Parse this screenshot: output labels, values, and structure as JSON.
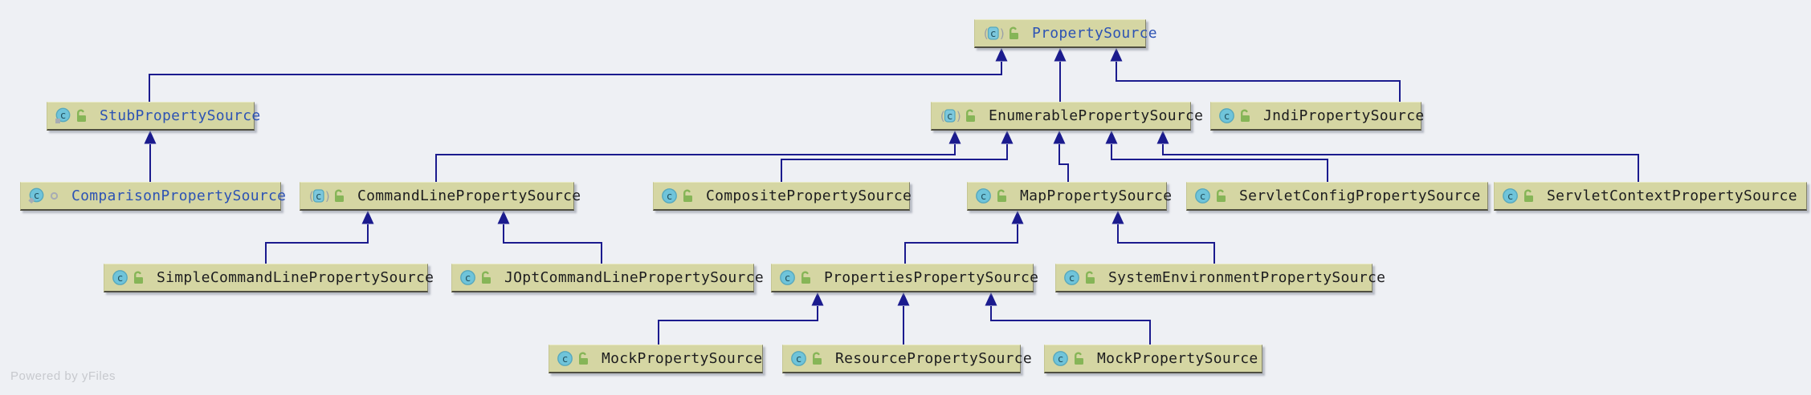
{
  "diagram": {
    "watermark": "Powered by yFiles",
    "colors": {
      "background": "#eef0f4",
      "node_fill": "#d5d6a3",
      "node_border_bottom": "#4f4e41",
      "edge": "#1b1b8e",
      "label_blue": "#2d53b4",
      "label_dark": "#1d1d1f",
      "class_icon_teal": "#6fc4da",
      "lock_green": "#86b557",
      "watermark_gray": "#c7c9ce"
    },
    "nodes": [
      {
        "id": "PropertySource",
        "label": "PropertySource",
        "kind": "abstract-class",
        "modifier_icon": "public-lock",
        "label_color": "blue"
      },
      {
        "id": "StubPropertySource",
        "label": "StubPropertySource",
        "kind": "static-nested-class",
        "modifier_icon": "public-lock",
        "label_color": "blue"
      },
      {
        "id": "EnumerablePropertySource",
        "label": "EnumerablePropertySource",
        "kind": "abstract-class",
        "modifier_icon": "public-lock",
        "label_color": "dark"
      },
      {
        "id": "JndiPropertySource",
        "label": "JndiPropertySource",
        "kind": "class",
        "modifier_icon": "public-lock",
        "label_color": "dark"
      },
      {
        "id": "ComparisonPropertySource",
        "label": "ComparisonPropertySource",
        "kind": "static-nested-class",
        "modifier_icon": "package-private-circle",
        "label_color": "blue"
      },
      {
        "id": "CommandLinePropertySource",
        "label": "CommandLinePropertySource",
        "kind": "abstract-class",
        "modifier_icon": "public-lock",
        "label_color": "dark"
      },
      {
        "id": "CompositePropertySource",
        "label": "CompositePropertySource",
        "kind": "class",
        "modifier_icon": "public-lock",
        "label_color": "dark"
      },
      {
        "id": "MapPropertySource",
        "label": "MapPropertySource",
        "kind": "class",
        "modifier_icon": "public-lock",
        "label_color": "dark"
      },
      {
        "id": "ServletConfigPropertySource",
        "label": "ServletConfigPropertySource",
        "kind": "class",
        "modifier_icon": "public-lock",
        "label_color": "dark"
      },
      {
        "id": "ServletContextPropertySource",
        "label": "ServletContextPropertySource",
        "kind": "class",
        "modifier_icon": "public-lock",
        "label_color": "dark"
      },
      {
        "id": "SimpleCommandLinePropertySource",
        "label": "SimpleCommandLinePropertySource",
        "kind": "class",
        "modifier_icon": "public-lock",
        "label_color": "dark"
      },
      {
        "id": "JOptCommandLinePropertySource",
        "label": "JOptCommandLinePropertySource",
        "kind": "class",
        "modifier_icon": "public-lock",
        "label_color": "dark"
      },
      {
        "id": "PropertiesPropertySource",
        "label": "PropertiesPropertySource",
        "kind": "class",
        "modifier_icon": "public-lock",
        "label_color": "dark"
      },
      {
        "id": "SystemEnvironmentPropertySource",
        "label": "SystemEnvironmentPropertySource",
        "kind": "class",
        "modifier_icon": "public-lock",
        "label_color": "dark"
      },
      {
        "id": "MockPropertySource1",
        "label": "MockPropertySource",
        "kind": "class",
        "modifier_icon": "public-lock",
        "label_color": "dark"
      },
      {
        "id": "ResourcePropertySource",
        "label": "ResourcePropertySource",
        "kind": "class",
        "modifier_icon": "public-lock",
        "label_color": "dark"
      },
      {
        "id": "MockPropertySource2",
        "label": "MockPropertySource",
        "kind": "class",
        "modifier_icon": "public-lock",
        "label_color": "dark"
      }
    ],
    "edges": [
      {
        "from": "StubPropertySource",
        "to": "PropertySource"
      },
      {
        "from": "EnumerablePropertySource",
        "to": "PropertySource"
      },
      {
        "from": "JndiPropertySource",
        "to": "PropertySource"
      },
      {
        "from": "ComparisonPropertySource",
        "to": "StubPropertySource"
      },
      {
        "from": "CommandLinePropertySource",
        "to": "EnumerablePropertySource"
      },
      {
        "from": "CompositePropertySource",
        "to": "EnumerablePropertySource"
      },
      {
        "from": "MapPropertySource",
        "to": "EnumerablePropertySource"
      },
      {
        "from": "ServletConfigPropertySource",
        "to": "EnumerablePropertySource"
      },
      {
        "from": "ServletContextPropertySource",
        "to": "EnumerablePropertySource"
      },
      {
        "from": "SimpleCommandLinePropertySource",
        "to": "CommandLinePropertySource"
      },
      {
        "from": "JOptCommandLinePropertySource",
        "to": "CommandLinePropertySource"
      },
      {
        "from": "PropertiesPropertySource",
        "to": "MapPropertySource"
      },
      {
        "from": "SystemEnvironmentPropertySource",
        "to": "MapPropertySource"
      },
      {
        "from": "MockPropertySource1",
        "to": "PropertiesPropertySource"
      },
      {
        "from": "ResourcePropertySource",
        "to": "PropertiesPropertySource"
      },
      {
        "from": "MockPropertySource2",
        "to": "PropertiesPropertySource"
      }
    ]
  }
}
